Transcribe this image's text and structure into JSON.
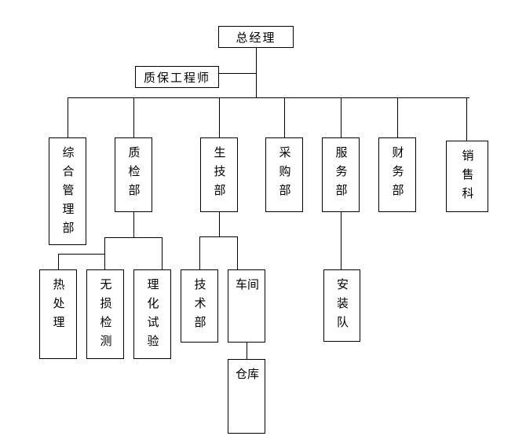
{
  "org_chart": {
    "type": "org-tree",
    "colors": {
      "background": "#ffffff",
      "box_fill": "#ffffff",
      "box_border": "#000000",
      "line": "#000000",
      "text": "#000000"
    },
    "nodes": {
      "general_manager": {
        "label": "总经理"
      },
      "qa_engineer": {
        "label": "质保工程师"
      },
      "comprehensive_management": {
        "label": "综合管理部"
      },
      "quality_inspection": {
        "label": "质检部"
      },
      "production_technology": {
        "label": "生技部"
      },
      "purchasing": {
        "label": "采购部"
      },
      "service": {
        "label": "服务部"
      },
      "finance": {
        "label": "财务部"
      },
      "sales": {
        "label": "销售科"
      },
      "heat_treatment": {
        "label": "热处理"
      },
      "nondestructive_testing": {
        "label": "无损检测"
      },
      "physicochemical_test": {
        "label": "理化试验"
      },
      "technical_dept": {
        "label": "技术部"
      },
      "workshop": {
        "label": "车间"
      },
      "installation_team": {
        "label": "安装队"
      },
      "warehouse": {
        "label": "仓库"
      }
    },
    "edges": [
      {
        "from": "general_manager",
        "to": "qa_engineer"
      },
      {
        "from": "general_manager",
        "to": "comprehensive_management"
      },
      {
        "from": "general_manager",
        "to": "quality_inspection"
      },
      {
        "from": "general_manager",
        "to": "production_technology"
      },
      {
        "from": "general_manager",
        "to": "purchasing"
      },
      {
        "from": "general_manager",
        "to": "service"
      },
      {
        "from": "general_manager",
        "to": "finance"
      },
      {
        "from": "general_manager",
        "to": "sales"
      },
      {
        "from": "quality_inspection",
        "to": "heat_treatment"
      },
      {
        "from": "quality_inspection",
        "to": "nondestructive_testing"
      },
      {
        "from": "quality_inspection",
        "to": "physicochemical_test"
      },
      {
        "from": "production_technology",
        "to": "technical_dept"
      },
      {
        "from": "production_technology",
        "to": "workshop"
      },
      {
        "from": "service",
        "to": "installation_team"
      },
      {
        "from": "workshop",
        "to": "warehouse"
      }
    ]
  }
}
